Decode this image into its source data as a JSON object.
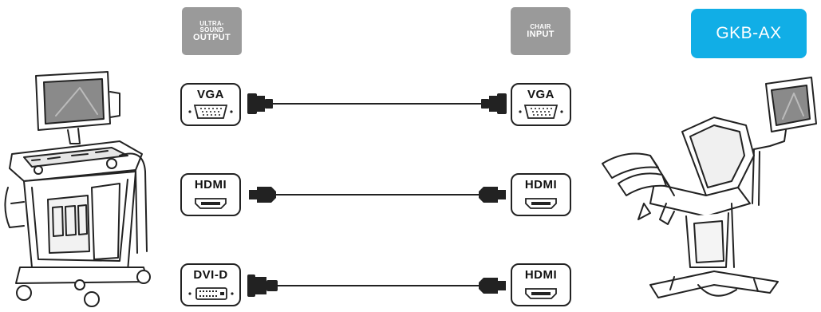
{
  "left_header": {
    "line1": "ULTRA-",
    "line2": "SOUND",
    "line3": "OUTPUT"
  },
  "right_header": {
    "line1": "CHAIR",
    "line2": "INPUT"
  },
  "model_badge": "GKB-AX",
  "connections": [
    {
      "source_port": "VGA",
      "target_port": "VGA"
    },
    {
      "source_port": "HDMI",
      "target_port": "HDMI"
    },
    {
      "source_port": "DVI-D",
      "target_port": "HDMI"
    }
  ],
  "colors": {
    "badge_grey": "#9a9a9a",
    "model_blue": "#11aee6",
    "line": "#222222"
  }
}
